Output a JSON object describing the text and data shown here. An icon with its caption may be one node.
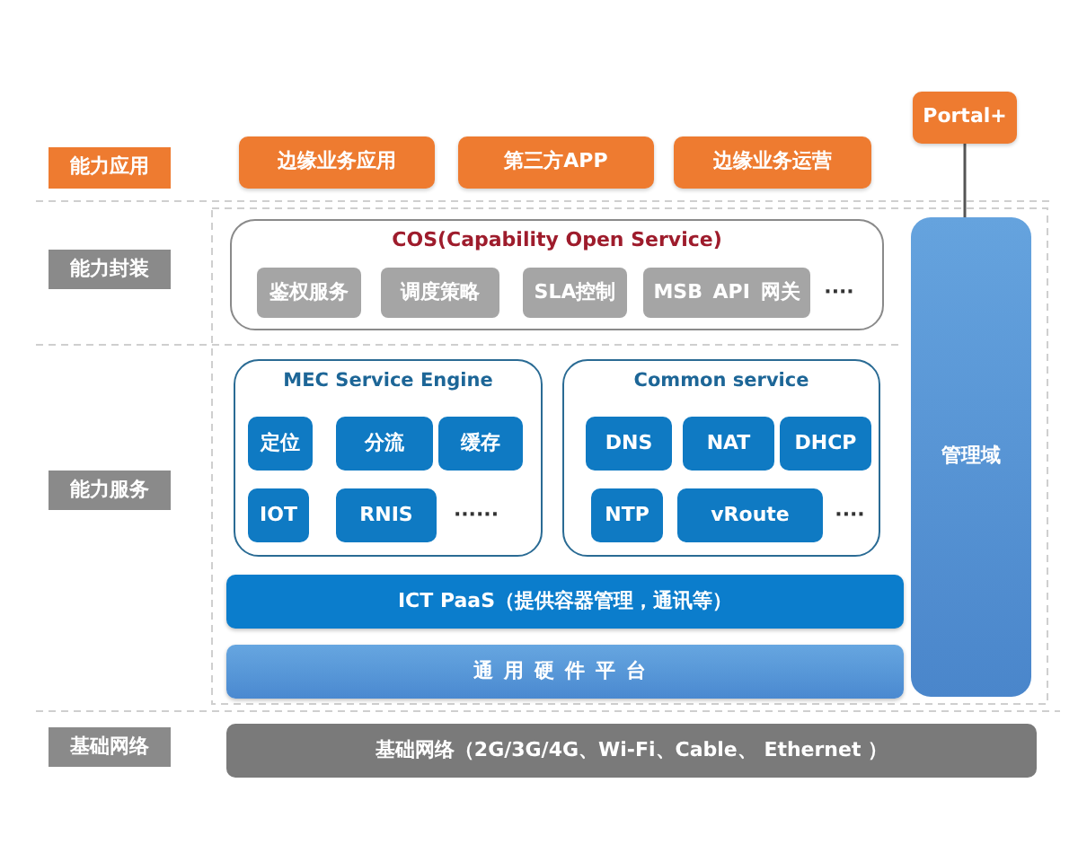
{
  "diagram": {
    "nodes": [
      {
        "text": [
          "能力应用"
        ]
      },
      {
        "text": [
          "边缘业务应用"
        ]
      },
      {
        "text": [
          "第三方APP"
        ]
      },
      {
        "text": [
          "边缘业务运营"
        ]
      },
      {
        "text": [
          "Portal+"
        ]
      },
      {
        "text": [
          "能力封装"
        ]
      },
      {
        "text": [
          "COS(Capability Open Service)",
          "····"
        ]
      },
      {
        "text": [
          "鉴权服务"
        ],
        "in": 6
      },
      {
        "text": [
          "调度策略"
        ],
        "in": 6
      },
      {
        "text": [
          "SLA控制"
        ],
        "in": 6
      },
      {
        "text": [
          "MSB API 网关"
        ],
        "in": 6
      },
      {
        "text": [
          "管理域"
        ]
      },
      {
        "text": [
          "能力服务"
        ]
      },
      {
        "text": [
          "MEC Service Engine",
          "······"
        ]
      },
      {
        "text": [
          "定位"
        ],
        "in": 13
      },
      {
        "text": [
          "分流"
        ],
        "in": 13
      },
      {
        "text": [
          "缓存"
        ],
        "in": 13
      },
      {
        "text": [
          "IOT"
        ],
        "in": 13
      },
      {
        "text": [
          "RNIS"
        ],
        "in": 13
      },
      {
        "text": [
          "Common service",
          "····"
        ]
      },
      {
        "text": [
          "DNS"
        ],
        "in": 19
      },
      {
        "text": [
          "NAT"
        ],
        "in": 19
      },
      {
        "text": [
          "DHCP"
        ],
        "in": 19
      },
      {
        "text": [
          "NTP"
        ],
        "in": 19
      },
      {
        "text": [
          "vRoute"
        ],
        "in": 19
      },
      {
        "text": [
          "ICT PaaS（提供容器管理，通讯等）"
        ]
      },
      {
        "text": [
          "通用硬件平台"
        ]
      },
      {
        "text": [
          "基础网络"
        ]
      },
      {
        "text": [
          "基础网络（2G/3G/4G、Wi-Fi、Cable、 Ethernet ）"
        ]
      }
    ],
    "edges": [
      {
        "from": 4,
        "to": 11,
        "arrow": "none"
      }
    ]
  }
}
